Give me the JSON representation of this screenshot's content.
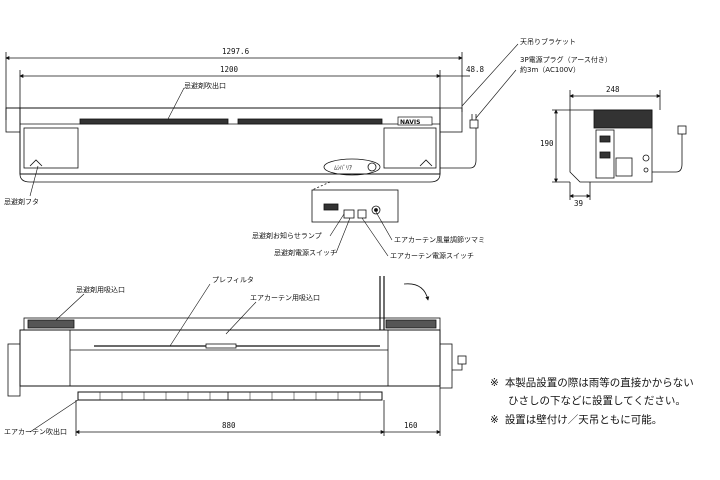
{
  "dimensions": {
    "total_width": "1297.6",
    "unit_width": "1200",
    "bracket_offset": "48.8",
    "depth": "248",
    "height": "190",
    "bracket_depth": "39",
    "outlet_width": "880",
    "side_width": "160"
  },
  "labels": {
    "ceiling_bracket": "天吊りブラケット",
    "plug_line1": "3P電源プラグ（アース付き）",
    "plug_line2": "約3m（AC100V）",
    "insect_outlet": "忌避剤吹出口",
    "insect_cover": "忌避剤フタ",
    "insect_notice_lamp": "忌避剤お知らせランプ",
    "insect_power_switch": "忌避剤電源スイッチ",
    "air_volume_knob": "エアカーテン風量調節ツマミ",
    "air_power_switch": "エアカーテン電源スイッチ",
    "insect_intake": "忌避剤用吸込口",
    "prefilter": "プレフィルタ",
    "air_intake": "エアカーテン用吸込口",
    "air_outlet": "エアカーテン吹出口",
    "brand_plate": "NAVIS",
    "logo_text": "ﾑｼﾊﾞﾘｱ"
  },
  "notes": {
    "mark": "※",
    "note1_line1": "本製品設置の際は雨等の直接かからない",
    "note1_line2": "ひさしの下などに設置してください。",
    "note2": "設置は壁付け／天吊ともに可能。"
  }
}
